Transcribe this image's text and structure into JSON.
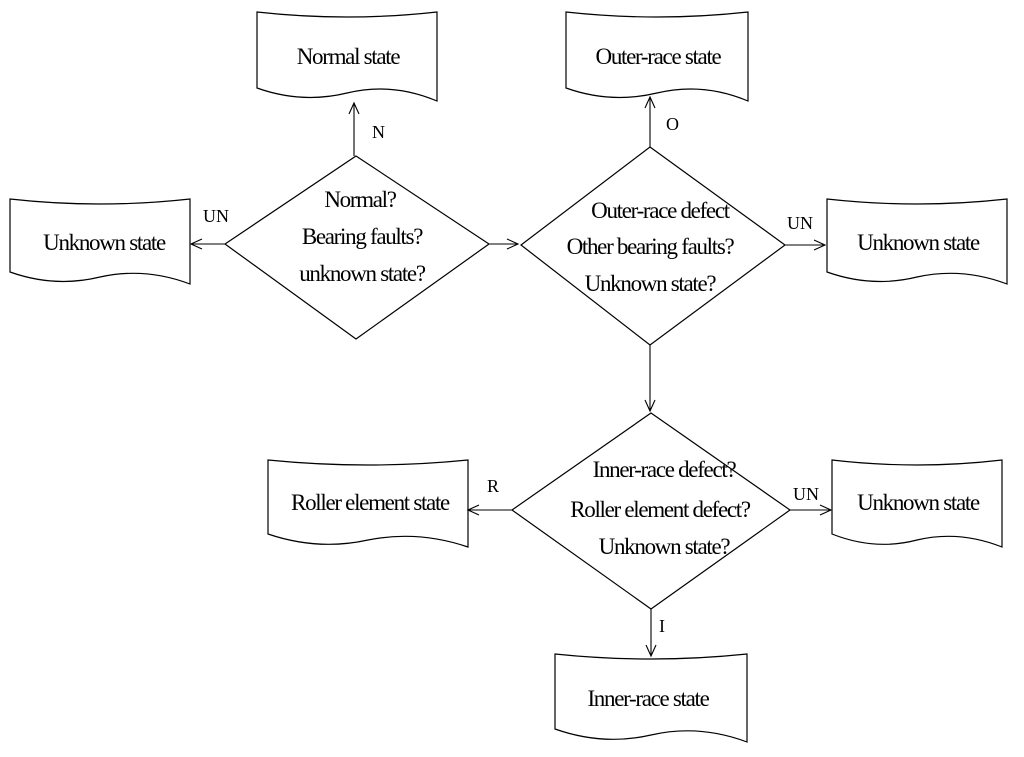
{
  "decisions": {
    "d1": {
      "lines": [
        "Normal?",
        "Bearing faults?",
        "unknown state?"
      ]
    },
    "d2": {
      "lines": [
        "Outer-race defect",
        "Other bearing faults?",
        "Unknown state?"
      ]
    },
    "d3": {
      "lines": [
        "Inner-race defect?",
        "Roller element defect?",
        "Unknown state?"
      ]
    }
  },
  "states": {
    "normal": "Normal state",
    "outer_race": "Outer-race state",
    "unknown_left": "Unknown state",
    "unknown_right": "Unknown state",
    "roller_element": "Roller element state",
    "unknown_lower_right": "Unknown state",
    "inner_race": "Inner-race state"
  },
  "edge_labels": {
    "to_normal": "N",
    "to_outer_race": "O",
    "to_unknown_left": "UN",
    "to_unknown_right": "UN",
    "to_roller_element": "R",
    "to_unknown_lower_right": "UN",
    "to_inner_race": "I"
  }
}
